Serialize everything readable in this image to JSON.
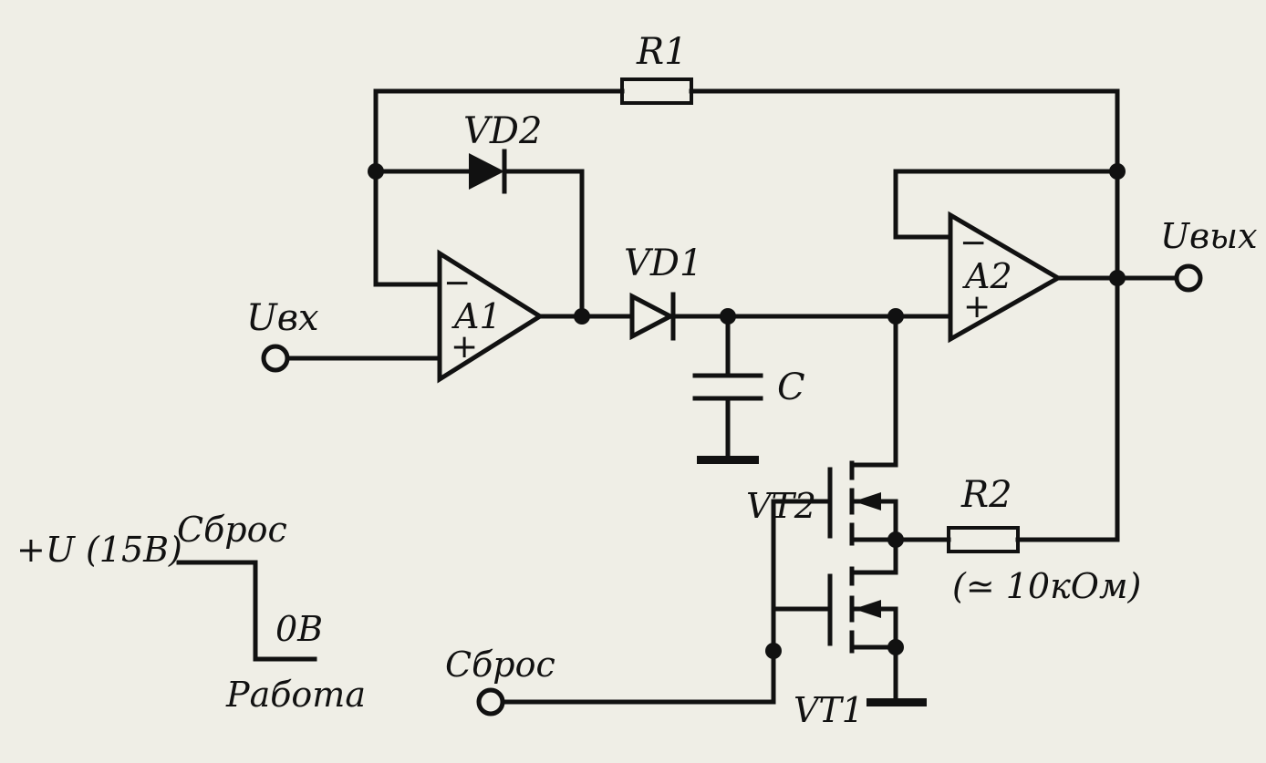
{
  "labels": {
    "r1": "R1",
    "r2": "R2",
    "r2_value": "(≃ 10кОм)",
    "vd1": "VD1",
    "vd2": "VD2",
    "c": "C",
    "a1": "A1",
    "a2": "A2",
    "vt1": "VT1",
    "vt2": "VT2",
    "u_in": "Uвх",
    "u_out": "Uвых",
    "reset_input": "Сброс",
    "supply": "+U (15В)",
    "timing_reset": "Сброс",
    "timing_zero": "0В",
    "timing_work": "Работа",
    "minus": "−",
    "plus": "+"
  }
}
